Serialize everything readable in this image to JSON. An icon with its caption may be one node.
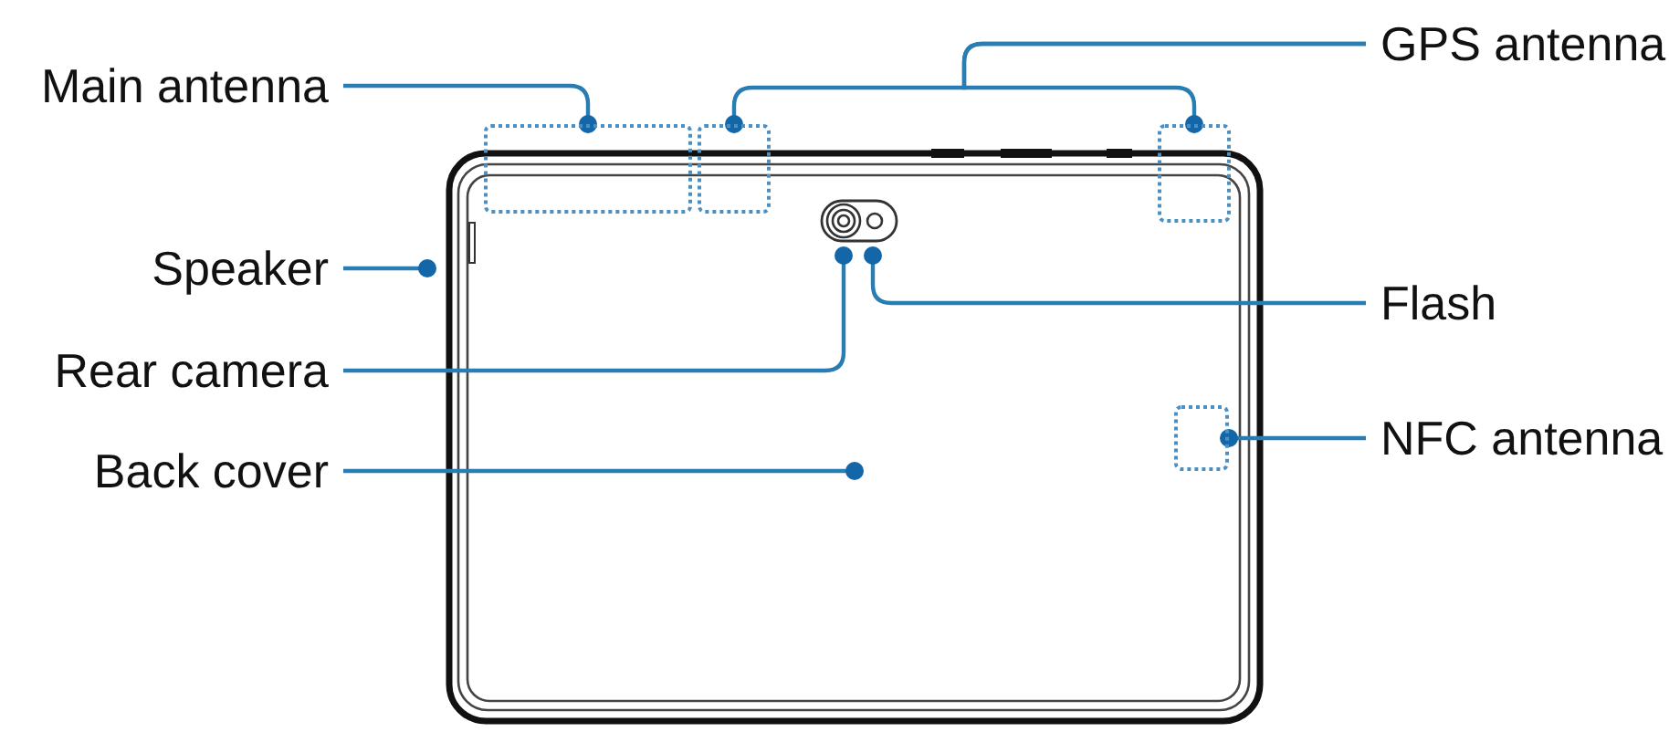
{
  "diagram": {
    "nodes": [
      {
        "text": [
          "Main antenna"
        ]
      },
      {
        "text": [
          "GPS antenna"
        ]
      },
      {
        "text": [
          "Speaker"
        ]
      },
      {
        "text": [
          "Flash"
        ]
      },
      {
        "text": [
          "Rear camera"
        ]
      },
      {
        "text": [
          "NFC antenna"
        ]
      },
      {
        "text": [
          "Back cover"
        ]
      },
      {
        "text": [],
        "shape": "box"
      },
      {
        "text": [],
        "shape": "box"
      },
      {
        "text": [],
        "shape": "box"
      },
      {
        "text": [],
        "shape": "box"
      }
    ],
    "edges": [
      {
        "from": 0,
        "to": 7,
        "arrow": "other"
      },
      {
        "from": 1,
        "to": 8,
        "arrow": "other"
      },
      {
        "from": 1,
        "to": 9,
        "arrow": "other"
      },
      {
        "from": 2,
        "to": null,
        "arrow": "other"
      },
      {
        "from": 3,
        "to": null,
        "arrow": "other"
      },
      {
        "from": 4,
        "to": null,
        "arrow": "other"
      },
      {
        "from": 5,
        "to": 10,
        "arrow": "other"
      },
      {
        "from": 6,
        "to": null,
        "arrow": "other"
      }
    ]
  }
}
